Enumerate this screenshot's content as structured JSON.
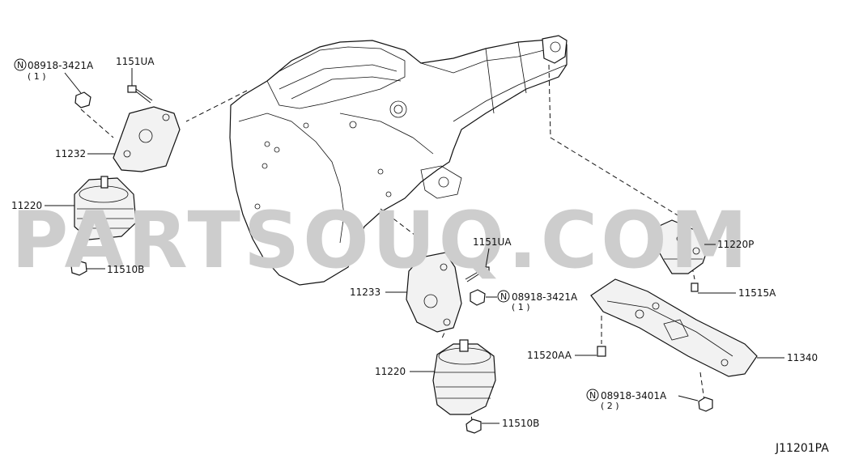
{
  "watermark": "PARTSOUQ.COM",
  "diagram_code": "J11201PA",
  "callouts": {
    "nut_left_ref": "08918-3421A",
    "nut_left_qty": "( 1 )",
    "bolt_left": "1151UA",
    "bracket_left": "11232",
    "mount_left": "11220",
    "nut_left_bottom": "11510B",
    "bolt_center": "1151UA",
    "bracket_center": "11233",
    "nut_center_ref": "08918-3421A",
    "nut_center_qty": "( 1 )",
    "mount_center": "11220",
    "nut_center_bottom": "11510B",
    "rear_mount": "11220P",
    "rear_bolt": "11515A",
    "crossmember": "11340",
    "crossmember_bolt": "11520AA",
    "nut_right_ref": "08918-3401A",
    "nut_right_qty": "( 2 )"
  },
  "nut_symbol": "N"
}
